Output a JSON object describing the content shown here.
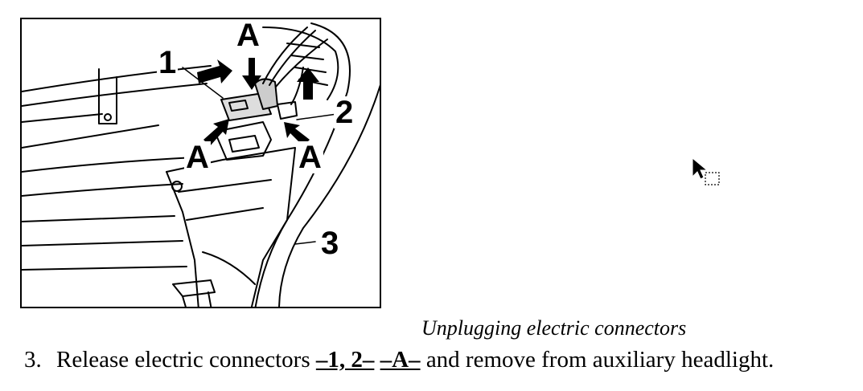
{
  "figure": {
    "callouts": {
      "c1": "1",
      "c2": "2",
      "c3": "3",
      "a_top": "A",
      "a_left": "A",
      "a_right": "A"
    }
  },
  "caption": "Unplugging electric connectors",
  "step": {
    "number": "3.",
    "text_before": "Release electric connectors ",
    "ref_1": "–1, 2–",
    "ref_2": "–A–",
    "text_after": " and remove from auxiliary headlight."
  }
}
